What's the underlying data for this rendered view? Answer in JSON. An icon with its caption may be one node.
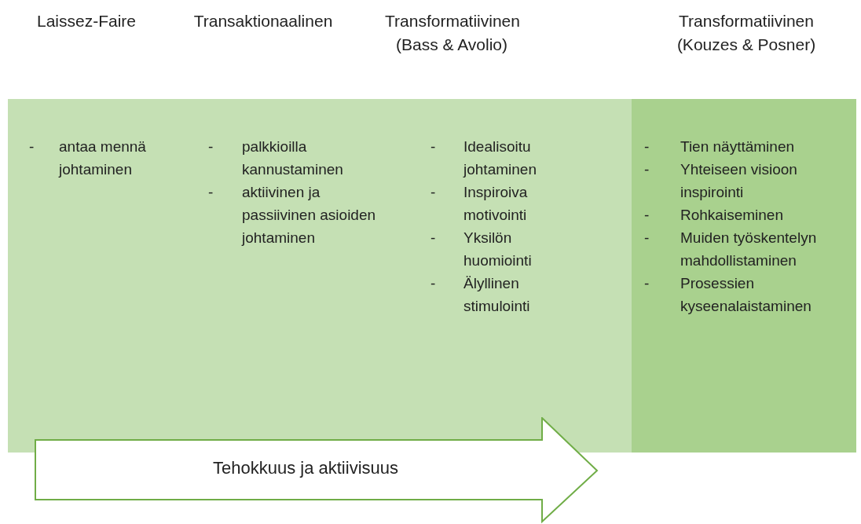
{
  "diagram": {
    "nodes": [
      {
        "text": [],
        "shape": "box"
      },
      {
        "text": [],
        "shape": "box"
      },
      {
        "text": [
          "Tehokkuus ja aktiivisuus"
        ]
      }
    ],
    "labels": [
      "Laissez-Faire",
      "Transaktionaalinen",
      "Transformatiivinen (Bass & Avolio)",
      "Transformatiivinen (Kouzes & Posner)",
      "- antaa mennä johtaminen",
      "- palkkioilla kannustaminen",
      "- aktiivinen ja passiivinen asioiden johtaminen",
      "- Idealisoitu johtaminen",
      "- Inspiroiva motivointi",
      "- Yksilön huomiointi",
      "- Älyllinen stimulointi",
      "- Tien näyttäminen",
      "- Yhteiseen visioon inspirointi",
      "- Rohkaiseminen",
      "- Muiden työskentelyn mahdollistaminen",
      "- Prosessien kyseenalaistaminen"
    ]
  }
}
